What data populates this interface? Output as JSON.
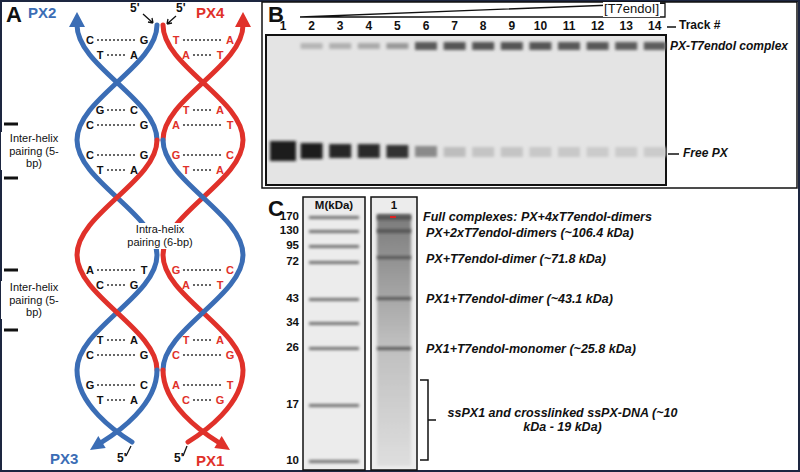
{
  "diagram": {
    "labels": [
      "A",
      "PX2",
      "5'",
      "PX4",
      "5'",
      "Inter-helix pairing (5-bp)",
      "Intra-helix pairing (6-bp)",
      "Inter-helix pairing (5-bp)",
      "PX3",
      "5'",
      "PX1",
      "5'",
      "B",
      "[T7endoI]",
      "1",
      "2",
      "3",
      "4",
      "5",
      "6",
      "7",
      "8",
      "9",
      "10",
      "11",
      "12",
      "13",
      "14",
      "Track #",
      "PX-T7endoI complex",
      "Free PX",
      "C",
      "M(kDa)",
      "1",
      "170",
      "130",
      "95",
      "72",
      "43",
      "34",
      "26",
      "17",
      "10",
      "Full complexes: PX+4xT7endoI-dimers",
      "PX+2xT7endoI-dimers (~106.4 kDa)",
      "PX+T7endoI-dimer (~71.8 kDa)",
      "PX1+T7endoI-dimer (~43.1 kDa)",
      "PX1+T7endoI-monomer (~25.8 kDa)",
      "ssPX1 and crosslinked ssPX-DNA (~10 kDa - 19 kDa)",
      "C",
      "G",
      "T",
      "A",
      "G",
      "C",
      "C",
      "G",
      "C",
      "G",
      "T",
      "A",
      "A",
      "T",
      "C",
      "G",
      "T",
      "A",
      "C",
      "G",
      "G",
      "C",
      "T",
      "A",
      "T",
      "A",
      "A",
      "T",
      "T",
      "A",
      "A",
      "T",
      "G",
      "C",
      "T",
      "A",
      "G",
      "C",
      "A",
      "T",
      "T",
      "A",
      "C",
      "G",
      "A",
      "T",
      "C",
      "G"
    ]
  }
}
